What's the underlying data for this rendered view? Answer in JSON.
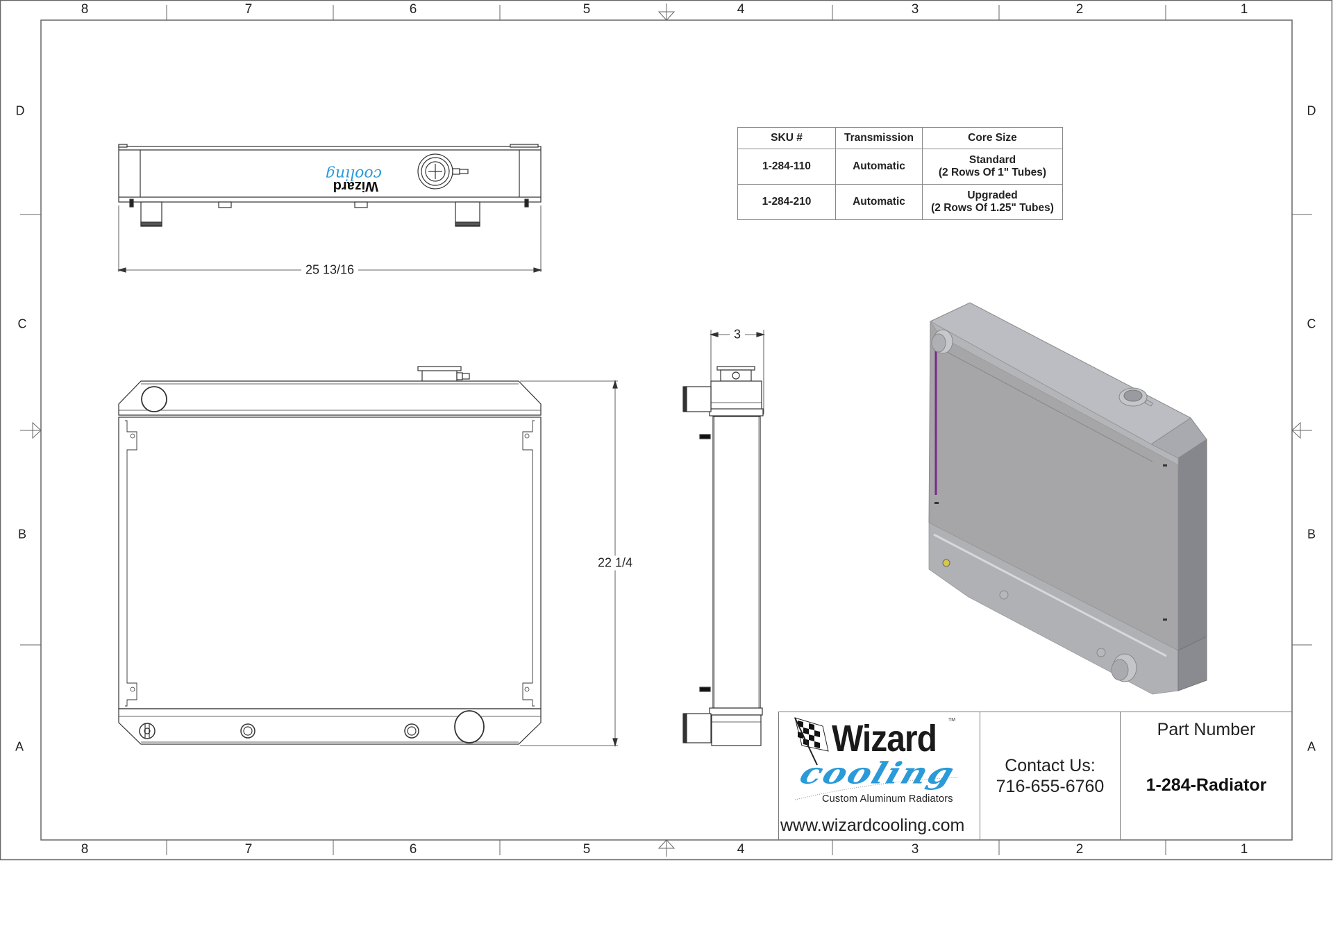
{
  "frame": {
    "column_labels_top": [
      "8",
      "7",
      "6",
      "5",
      "4",
      "3",
      "2",
      "1"
    ],
    "column_labels_bottom": [
      "8",
      "7",
      "6",
      "5",
      "4",
      "3",
      "2",
      "1"
    ],
    "row_labels_left": [
      "D",
      "C",
      "B",
      "A"
    ],
    "row_labels_right": [
      "D",
      "C",
      "B",
      "A"
    ]
  },
  "views": {
    "top_view": {
      "width_dimension": "25 13/16",
      "logo_text_mirrored": "Wizard cooling"
    },
    "front_view": {
      "height_dimension": "22 1/4"
    },
    "side_view": {
      "depth_dimension": "3"
    },
    "isometric_view": {
      "body_color": "#a9a9ad",
      "accent_color": "#7a2a86"
    }
  },
  "spec_table": {
    "headers": [
      "SKU #",
      "Transmission",
      "Core Size"
    ],
    "rows": [
      {
        "sku": "1-284-110",
        "transmission": "Automatic",
        "core_line1": "Standard",
        "core_line2": "(2 Rows Of 1\" Tubes)"
      },
      {
        "sku": "1-284-210",
        "transmission": "Automatic",
        "core_line1": "Upgraded",
        "core_line2": "(2 Rows Of 1.25\" Tubes)"
      }
    ]
  },
  "title_block": {
    "logo": {
      "brand_word1": "Wizard",
      "brand_word2": "cooling",
      "trademark": "TM",
      "tagline": "Custom Aluminum Radiators",
      "brand_blue": "#2a9ad8"
    },
    "website": "www.wizardcooling.com",
    "contact_label": "Contact Us:",
    "contact_phone": "716-655-6760",
    "part_number_label": "Part Number",
    "part_number": "1-284-Radiator"
  }
}
